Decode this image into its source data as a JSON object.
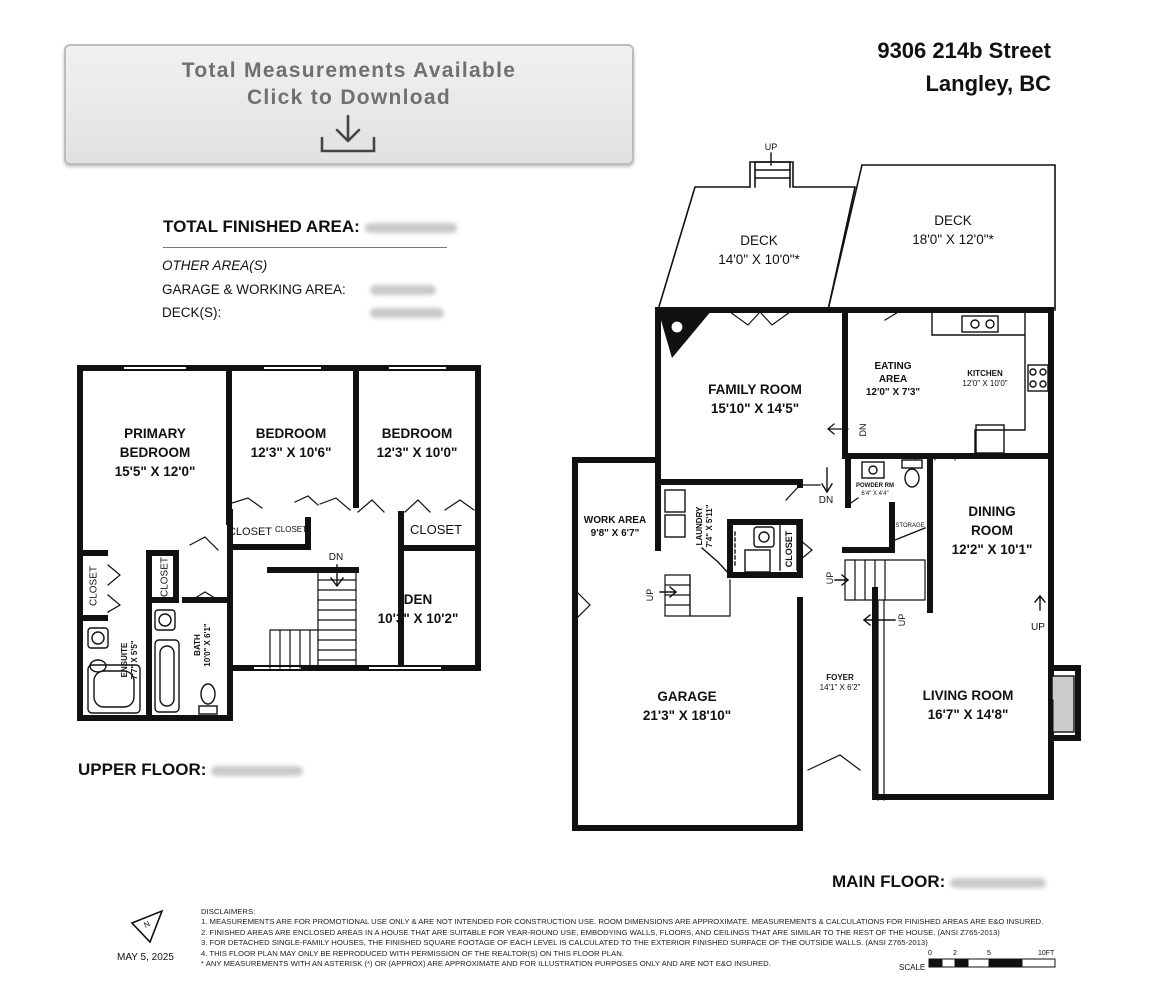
{
  "banner": {
    "line1": "Total Measurements Available",
    "line2": "Click to Download",
    "icon": "download-icon"
  },
  "address": {
    "line1": "9306 214b Street",
    "line2": "Langley, BC"
  },
  "areas": {
    "total_label": "TOTAL FINISHED AREA:",
    "other_label": "OTHER AREA(S)",
    "garage_label": "GARAGE & WORKING AREA:",
    "deck_label": "DECK(S):"
  },
  "floors": {
    "upper_label": "UPPER FLOOR:",
    "main_label": "MAIN FLOOR:"
  },
  "upper_rooms": {
    "primary_1": "PRIMARY",
    "primary_2": "BEDROOM",
    "primary_dim": "15'5\" X 12'0\"",
    "bed2": "BEDROOM",
    "bed2_dim": "12'3\" X 10'6\"",
    "bed3": "BEDROOM",
    "bed3_dim": "12'3\" X 10'0\"",
    "closet": "CLOSET",
    "den": "DEN",
    "den_dim": "10'3\" X 10'2\"",
    "ensuite": "ENSUITE",
    "ensuite_dim": "7'7\" X 5'5\"",
    "bath": "BATH",
    "bath_dim": "10'0\" X 6'1\"",
    "dn": "DN"
  },
  "main_rooms": {
    "deck1": "DECK",
    "deck1_dim": "14'0\" X 10'0\"*",
    "deck2": "DECK",
    "deck2_dim": "18'0\" X 12'0\"*",
    "family": "FAMILY ROOM",
    "family_dim": "15'10\" X 14'5\"",
    "eating_1": "EATING",
    "eating_2": "AREA",
    "eating_dim": "12'0\" X 7'3\"",
    "kitchen": "KITCHEN",
    "kitchen_dim": "12'0\" X 10'0\"",
    "work": "WORK AREA",
    "work_dim": "9'8\" X 6'7\"",
    "laundry": "LAUNDRY",
    "laundry_dim": "7'4\" X 5'11\"",
    "closet": "CLOSET",
    "powder": "POWDER RM",
    "powder_dim": "6'4\" X 4'4\"",
    "storage": "STORAGE",
    "dining_1": "DINING",
    "dining_2": "ROOM",
    "dining_dim": "12'2\" X 10'1\"",
    "garage": "GARAGE",
    "garage_dim": "21'3\" X 18'10\"",
    "foyer": "FOYER",
    "foyer_dim": "14'1\" X 6'2\"",
    "living": "LIVING ROOM",
    "living_dim": "16'7\" X 14'8\"",
    "up": "UP",
    "dn": "DN"
  },
  "disclaimers": {
    "title": "DISCLAIMERS:",
    "d1": "1. MEASUREMENTS ARE FOR PROMOTIONAL USE ONLY & ARE NOT INTENDED FOR CONSTRUCTION USE. ROOM DIMENSIONS ARE APPROXIMATE. MEASUREMENTS & CALCULATIONS FOR FINISHED AREAS ARE E&O INSURED.",
    "d2": "2. FINISHED AREAS ARE ENCLOSED AREAS IN A HOUSE THAT ARE SUITABLE FOR YEAR-ROUND USE, EMBODYING WALLS, FLOORS, AND CEILINGS THAT ARE SIMILAR TO THE REST OF THE HOUSE. (ANSI Z765-2013)",
    "d3": "3. FOR DETACHED SINGLE-FAMILY HOUSES, THE FINISHED SQUARE FOOTAGE OF EACH LEVEL IS CALCULATED TO THE EXTERIOR FINISHED SURFACE OF THE OUTSIDE WALLS. (ANSI Z765-2013)",
    "d4": "4. THIS FLOOR PLAN MAY ONLY BE REPRODUCED WITH PERMISSION OF THE REALTOR(S) ON THIS FLOOR PLAN.",
    "d5": "* ANY MEASUREMENTS WITH AN ASTERISK (*) OR (APPROX) ARE APPROXIMATE AND FOR ILLUSTRATION PURPOSES ONLY AND ARE NOT E&O INSURED."
  },
  "date": "MAY 5, 2025",
  "north": {
    "label": "N",
    "icon": "north-arrow-icon"
  },
  "scale": {
    "label": "SCALE",
    "t0": "0",
    "t2": "2",
    "t5": "5",
    "t10": "10FT"
  },
  "colors": {
    "wall": "#111111",
    "banner_text": "#707070"
  }
}
